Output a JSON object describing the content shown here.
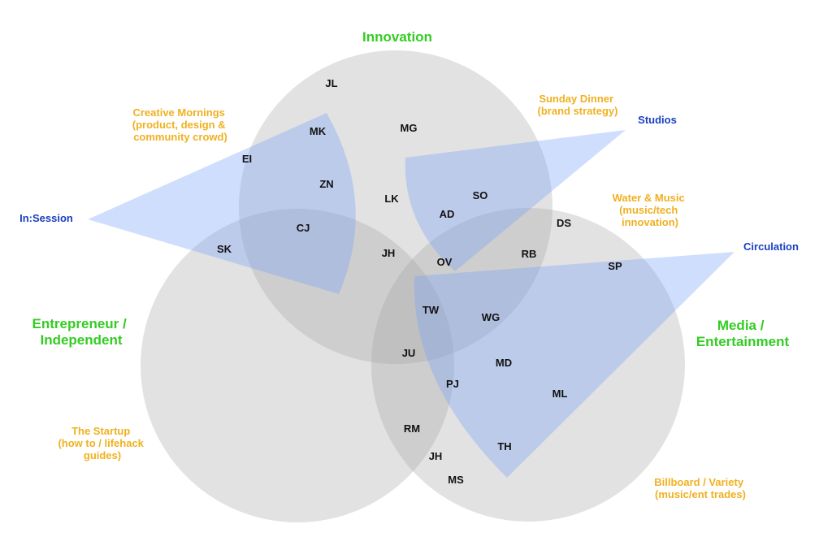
{
  "colors": {
    "circle_label": "#33cc22",
    "note": "#f0b020",
    "project": "#1a40c0",
    "initials": "#111111"
  },
  "circles": {
    "innovation": {
      "label_lines": [
        "Innovation"
      ]
    },
    "entrepreneur": {
      "label_lines": [
        "Entrepreneur /",
        "Independent"
      ]
    },
    "media": {
      "label_lines": [
        "Media /",
        "Entertainment"
      ]
    }
  },
  "notes": {
    "creative_mornings": {
      "lines": [
        "Creative Mornings",
        "(product, design &",
        "community crowd)"
      ]
    },
    "sunday_dinner": {
      "lines": [
        "Sunday Dinner",
        "(brand strategy)"
      ]
    },
    "water_music": {
      "lines": [
        "Water & Music",
        "(music/tech",
        "innovation)"
      ]
    },
    "startup": {
      "lines": [
        "The Startup",
        "(how to / lifehack",
        "guides)"
      ]
    },
    "billboard": {
      "lines": [
        "Billboard / Variety",
        "(music/ent trades)"
      ]
    }
  },
  "projects": {
    "in_session": "In:Session",
    "studios": "Studios",
    "circulation": "Circulation"
  },
  "people": [
    "JL",
    "MG",
    "MK",
    "EI",
    "ZN",
    "LK",
    "SO",
    "AD",
    "DS",
    "CJ",
    "SK",
    "JH",
    "OV",
    "RB",
    "SP",
    "TW",
    "WG",
    "JU",
    "MD",
    "PJ",
    "ML",
    "RM",
    "TH",
    "JH",
    "MS"
  ]
}
